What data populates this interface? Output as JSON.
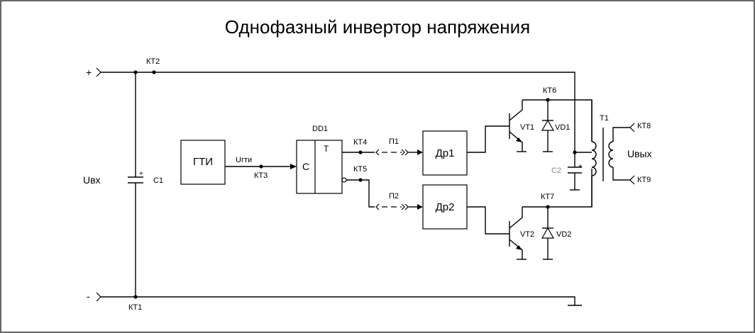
{
  "title": "Однофазный инвертор напряжения",
  "terminals": {
    "plus": "+",
    "minus": "-"
  },
  "input_voltage": "Uвх",
  "output_voltage": "Uвых",
  "blocks": {
    "gti": "ГТИ",
    "dr1": "Др1",
    "dr2": "Др2",
    "dd1_c": "C",
    "dd1_t": "T"
  },
  "labels": {
    "c1": "C1",
    "c2": "C2",
    "dd1": "DD1",
    "t1": "T1",
    "ugti": "Uгти",
    "p1": "П1",
    "p2": "П2",
    "vt1": "VT1",
    "vt2": "VT2",
    "vd1": "VD1",
    "vd2": "VD2",
    "kt1": "КТ1",
    "kt2": "КТ2",
    "kt3": "КТ3",
    "kt4": "КТ4",
    "kt5": "КТ5",
    "kt6": "КТ6",
    "kt7": "КТ7",
    "kt8": "КТ8",
    "kt9": "КТ9",
    "cap_plus": "+"
  }
}
